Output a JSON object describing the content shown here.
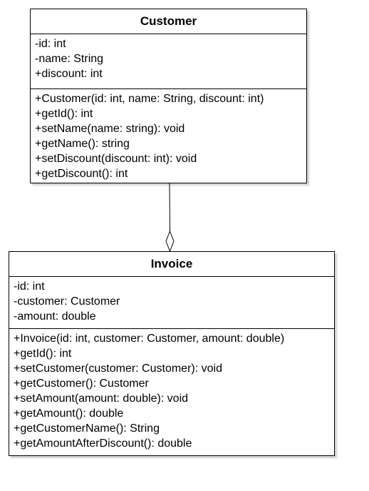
{
  "classes": {
    "customer": {
      "name": "Customer",
      "attributes": [
        "-id: int",
        "-name: String",
        "+discount: int"
      ],
      "methods": [
        "+Customer(id: int, name: String, discount: int)",
        "+getId(): int",
        "+setName(name: string): void",
        "+getName(): string",
        "+setDiscount(discount: int): void",
        "+getDiscount(): int"
      ]
    },
    "invoice": {
      "name": "Invoice",
      "attributes": [
        "-id: int",
        "-customer: Customer",
        "-amount: double"
      ],
      "methods": [
        "+Invoice(id: int, customer: Customer, amount: double)",
        "+getId(): int",
        "+setCustomer(customer: Customer): void",
        "+getCustomer(): Customer",
        "+setAmount(amount: double): void",
        "+getAmount(): double",
        "+getCustomerName(): String",
        "+getAmountAfterDiscount(): double"
      ]
    }
  },
  "relationship": {
    "type": "aggregation",
    "from": "Customer",
    "to": "Invoice"
  }
}
